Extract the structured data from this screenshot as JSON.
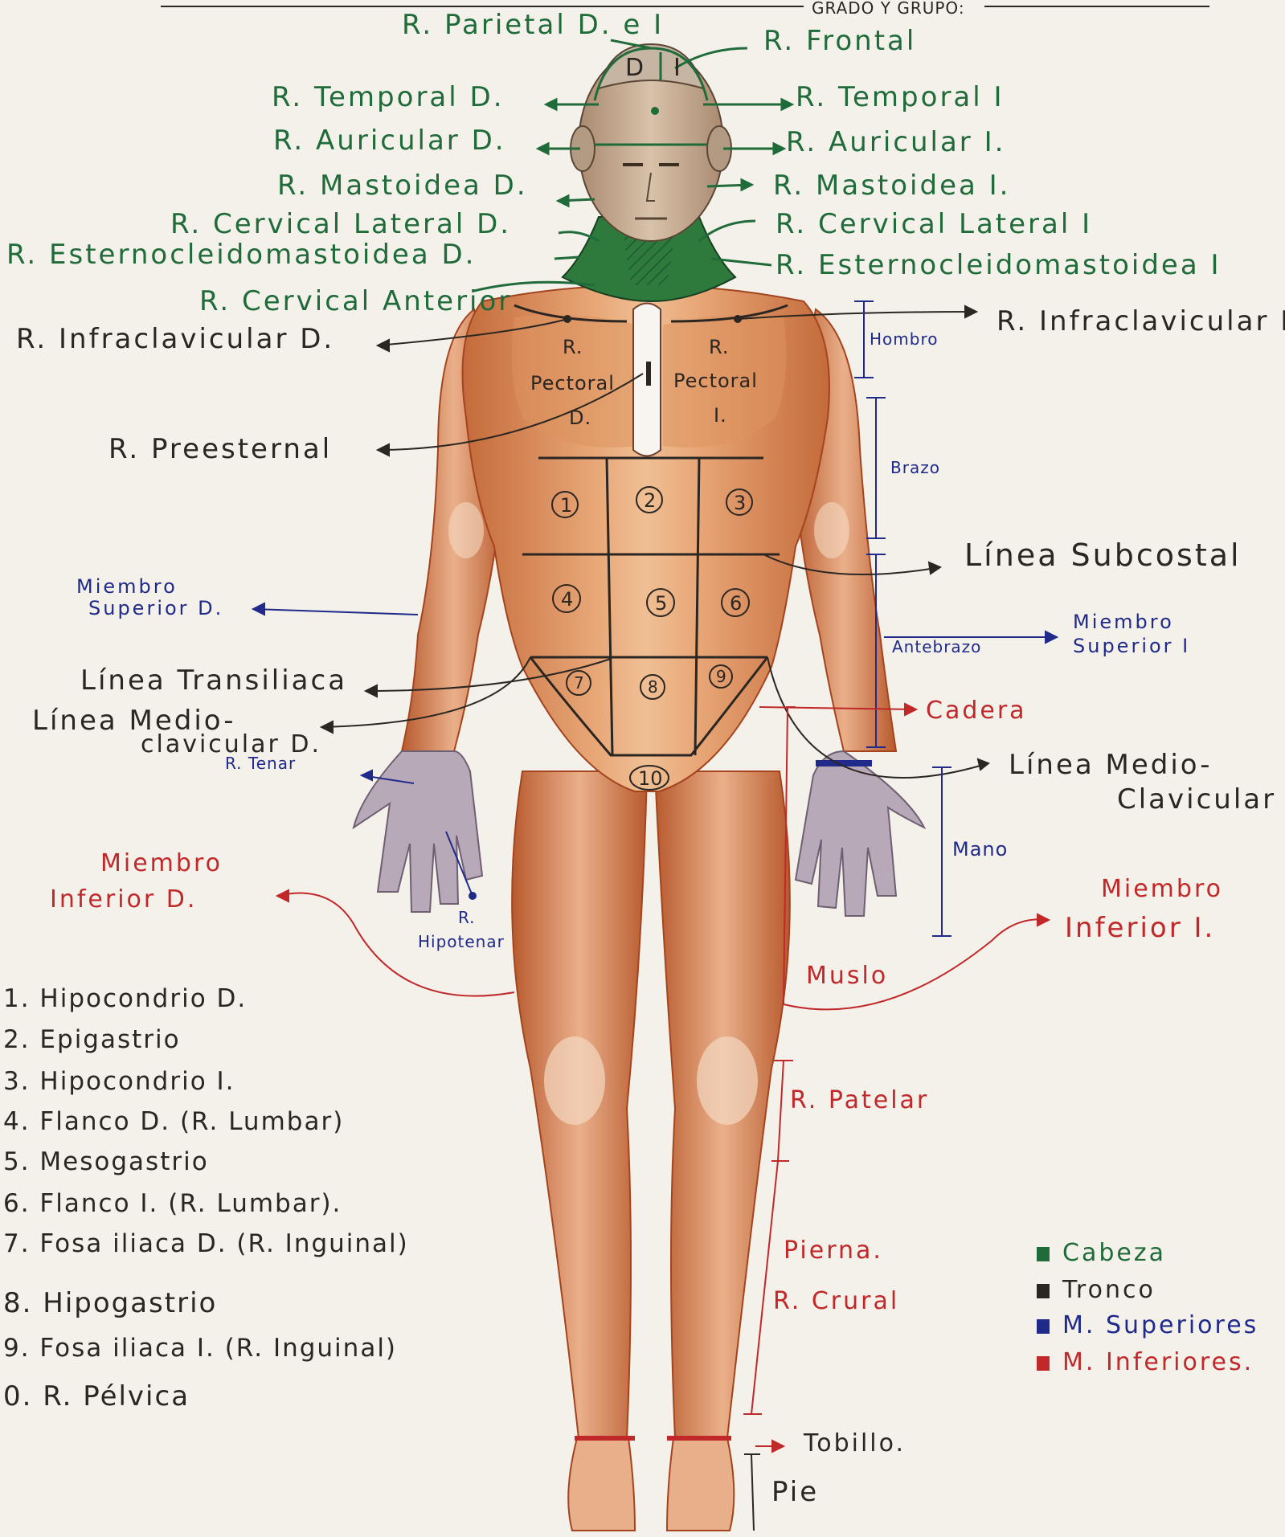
{
  "header": {
    "field_label": "GRADO Y GRUPO:"
  },
  "head_labels": {
    "parietal": "R. Parietal D. e I",
    "frontal": "R. Frontal",
    "temporal_d": "R. Temporal D.",
    "temporal_i": "R. Temporal I",
    "auricular_d": "R. Auricular D.",
    "auricular_i": "R. Auricular I.",
    "mastoidea_d": "R. Mastoidea D.",
    "mastoidea_i": "R. Mastoidea I.",
    "cervical_lateral_d": "R. Cervical Lateral D.",
    "cervical_lateral_i": "R. Cervical Lateral I",
    "ecm_d": "R. Esternocleidomastoidea D.",
    "ecm_i": "R. Esternocleidomastoidea I",
    "cervical_anterior": "R. Cervical Anterior",
    "head_d": "D",
    "head_i": "I"
  },
  "trunk_labels": {
    "infraclavicular_d": "R. Infraclavicular D.",
    "infraclavicular_i": "R. Infraclavicular I",
    "pectoral_d": [
      "R.",
      "Pectoral",
      "D."
    ],
    "pectoral_i": [
      "R.",
      "Pectoral",
      "I."
    ],
    "preesternal": "R. Preesternal",
    "linea_subcostal": "Línea Subcostal",
    "linea_transiliaca": "Línea Transiliaca",
    "linea_medioclavicular_d": [
      "Línea Medio-",
      "clavicular D."
    ],
    "linea_medioclavicular_i": [
      "Línea Medio-",
      "Clavicular I."
    ],
    "region_numbers": [
      "1",
      "2",
      "3",
      "4",
      "5",
      "6",
      "7",
      "8",
      "9",
      "10"
    ]
  },
  "upper_labels": {
    "hombro": "Hombro",
    "brazo": "Brazo",
    "antebrazo": "Antebrazo",
    "mano": "Mano",
    "miembro_superior_d": [
      "Miembro",
      "Superior D."
    ],
    "miembro_superior_i": [
      "Miembro",
      "Superior I"
    ],
    "tenar": "R. Tenar",
    "hipotenar": [
      "R.",
      "Hipotenar"
    ]
  },
  "lower_labels": {
    "cadera": "Cadera",
    "miembro_inferior_d": [
      "Miembro",
      "Inferior D."
    ],
    "miembro_inferior_i": [
      "Miembro",
      "Inferior I."
    ],
    "muslo": "Muslo",
    "patelar": "R. Patelar",
    "pierna": "Pierna.",
    "crural": "R. Crural",
    "tobillo": "Tobillo.",
    "pie": "Pie"
  },
  "abdomen_list": [
    "1. Hipocondrio D.",
    "2. Epigastrio",
    "3. Hipocondrio I.",
    "4. Flanco D. (R. Lumbar)",
    "5. Mesogastrio",
    "6. Flanco I. (R. Lumbar).",
    "7. Fosa iliaca D. (R. Inguinal)",
    "8. Hipogastrio",
    "9. Fosa iliaca I. (R. Inguinal)",
    "0. R. Pélvica"
  ],
  "legend": [
    {
      "label": "Cabeza",
      "color": "#1f6b3a"
    },
    {
      "label": "Tronco",
      "color": "#2b2622"
    },
    {
      "label": "M. Superiores",
      "color": "#1f2a8a"
    },
    {
      "label": "M. Inferiores.",
      "color": "#c0282a"
    }
  ],
  "colors": {
    "skin_light": "#e9b184",
    "skin_mid": "#d98a5a",
    "skin_dark": "#b45e34",
    "head": "#1f6b3a",
    "trunk": "#2b2622",
    "upper": "#1f2a8a",
    "lower": "#c0282a"
  }
}
